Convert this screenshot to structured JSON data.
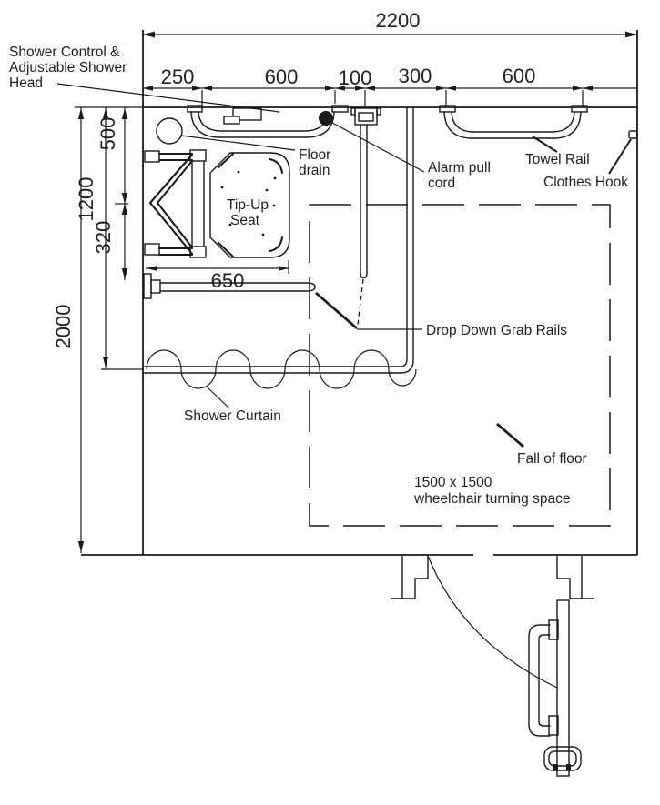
{
  "drawing": {
    "type": "accessible-shower-room-plan",
    "colors": {
      "line": "#1a1a1a",
      "text": "#1f1f1f",
      "background": "#ffffff"
    },
    "dimensions": {
      "room_width": "2200",
      "room_depth": "2000",
      "shower_recess_depth": "1200",
      "seat_centre_offset": "500",
      "seat_to_rail": "320",
      "rail_length": "650",
      "top_segments": [
        "250",
        "600",
        "100",
        "300",
        "600"
      ]
    },
    "annotations": {
      "shower_control": {
        "lines": [
          "Shower Control &",
          "Adjustable Shower",
          "Head"
        ]
      },
      "floor_drain": {
        "lines": [
          "Floor",
          "drain"
        ]
      },
      "alarm_pull_cord": {
        "lines": [
          "Alarm pull",
          "cord"
        ]
      },
      "towel_rail": "Towel Rail",
      "clothes_hook": "Clothes Hook",
      "tip_up_seat": {
        "lines": [
          "Tip-Up",
          "Seat"
        ]
      },
      "drop_down_grab_rails": "Drop Down Grab Rails",
      "shower_curtain": "Shower Curtain",
      "fall_of_floor": "Fall of floor",
      "turning_space": {
        "lines": [
          "1500 x 1500",
          "wheelchair turning space"
        ]
      }
    }
  }
}
